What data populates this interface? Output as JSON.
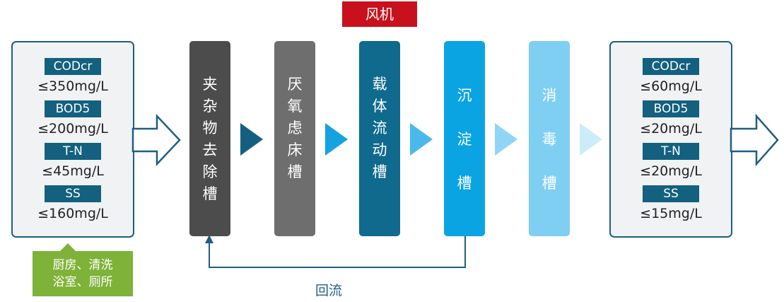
{
  "colors": {
    "panel_border": "#1e5f80",
    "panel_fill": "#f0f2f3",
    "label_fill": "#13607f",
    "fan_fill": "#c9111e",
    "source_fill": "#7fb239",
    "tank1": "#4c4c4c",
    "tank2": "#6e6e6e",
    "tank3": "#0f6a8e",
    "tank4": "#0aa4e3",
    "tank5": "#7fcff3",
    "arrow1": "#145f7f",
    "arrow2": "#15a2e0",
    "arrow3": "#49b9ec",
    "arrow4": "#8fd6f6",
    "arrow5": "#cdecfa"
  },
  "inflow": {
    "params": [
      {
        "label": "CODcr",
        "value": "≤350mg/L"
      },
      {
        "label": "BOD5",
        "value": "≤200mg/L"
      },
      {
        "label": "T-N",
        "value": "≤45mg/L"
      },
      {
        "label": "SS",
        "value": "≤160mg/L"
      }
    ]
  },
  "outflow": {
    "params": [
      {
        "label": "CODcr",
        "value": "≤60mg/L"
      },
      {
        "label": "BOD5",
        "value": "≤20mg/L"
      },
      {
        "label": "T-N",
        "value": "≤20mg/L"
      },
      {
        "label": "SS",
        "value": "≤15mg/L"
      }
    ]
  },
  "tanks": [
    {
      "name": "夹杂物去除槽",
      "chars": [
        "夹",
        "杂",
        "物",
        "去",
        "除",
        "槽"
      ]
    },
    {
      "name": "厌氧虑床槽",
      "chars": [
        "厌",
        "氧",
        "虑",
        "床",
        "槽"
      ]
    },
    {
      "name": "载体流动槽",
      "chars": [
        "载",
        "体",
        "流",
        "动",
        "槽"
      ]
    },
    {
      "name": "沉淀槽",
      "chars": [
        "沉",
        "淀",
        "槽"
      ]
    },
    {
      "name": "消毒槽",
      "chars": [
        "消",
        "毒",
        "槽"
      ]
    }
  ],
  "fan_label": "风机",
  "source_lines": [
    "厨房、清洗",
    "浴室、厕所"
  ],
  "reflux_label": "回流"
}
